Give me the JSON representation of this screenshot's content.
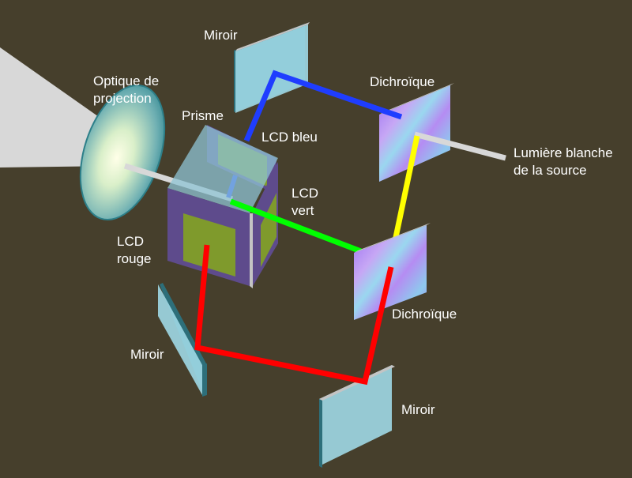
{
  "labels": {
    "miroir_top": "Miroir",
    "optique_line1": "Optique de",
    "optique_line2": "projection",
    "dichroique_top": "Dichroïque",
    "prisme": "Prisme",
    "lcd_bleu": "LCD bleu",
    "lumiere_line1": "Lumière blanche",
    "lumiere_line2": "de la source",
    "lcd_vert_line1": "LCD",
    "lcd_vert_line2": "vert",
    "lcd_rouge_line1": "LCD",
    "lcd_rouge_line2": "rouge",
    "dichroique_bottom": "Dichroïque",
    "miroir_left": "Miroir",
    "miroir_bottom": "Miroir"
  },
  "colors": {
    "background": "#463f2c",
    "white_light": "#d8d8d8",
    "blue_beam": "#1f3dff",
    "yellow_beam": "#ffff00",
    "green_beam": "#00ff00",
    "red_beam": "#ff0000",
    "mirror": "#9fd8e6",
    "lcd_frame": "#5e4b8c",
    "lcd_panel": "#7f9a2c"
  }
}
